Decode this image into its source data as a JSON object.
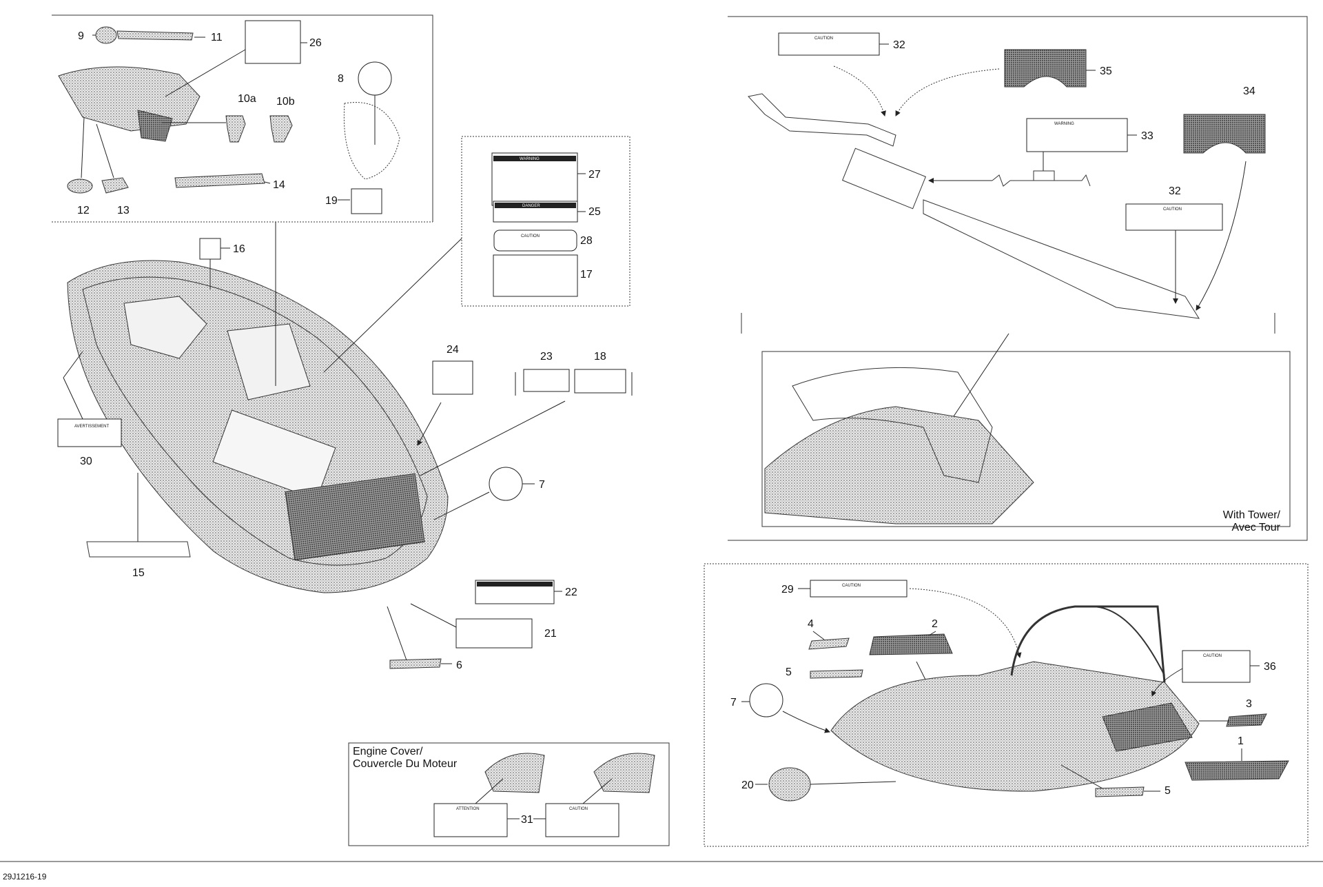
{
  "diagram": {
    "part_code": "29J1216-19",
    "captions": {
      "tower": [
        "With Tower/",
        "Avec Tour"
      ],
      "engine_cover": [
        "Engine Cover/",
        "Couvercle Du Moteur"
      ]
    },
    "callouts": {
      "c1": "1",
      "c2": "2",
      "c3": "3",
      "c4": "4",
      "c5a": "5",
      "c5b": "5",
      "c6": "6",
      "c7a": "7",
      "c7b": "7",
      "c8": "8",
      "c9": "9",
      "c10a": "10a",
      "c10b": "10b",
      "c11": "11",
      "c12": "12",
      "c13": "13",
      "c14": "14",
      "c15": "15",
      "c16": "16",
      "c17": "17",
      "c18": "18",
      "c19": "19",
      "c20": "20",
      "c21": "21",
      "c22": "22",
      "c23": "23",
      "c24": "24",
      "c25": "25",
      "c26": "26",
      "c27": "27",
      "c28": "28",
      "c29": "29",
      "c30": "30",
      "c31": "31",
      "c32a": "32",
      "c32b": "32",
      "c33": "33",
      "c34": "34",
      "c35": "35",
      "c36": "36"
    },
    "label_headers": {
      "caution": "CAUTION",
      "warning": "WARNING",
      "danger": "DANGER",
      "avertissement": "AVERTISSEMENT",
      "attention": "ATTENTION"
    }
  }
}
